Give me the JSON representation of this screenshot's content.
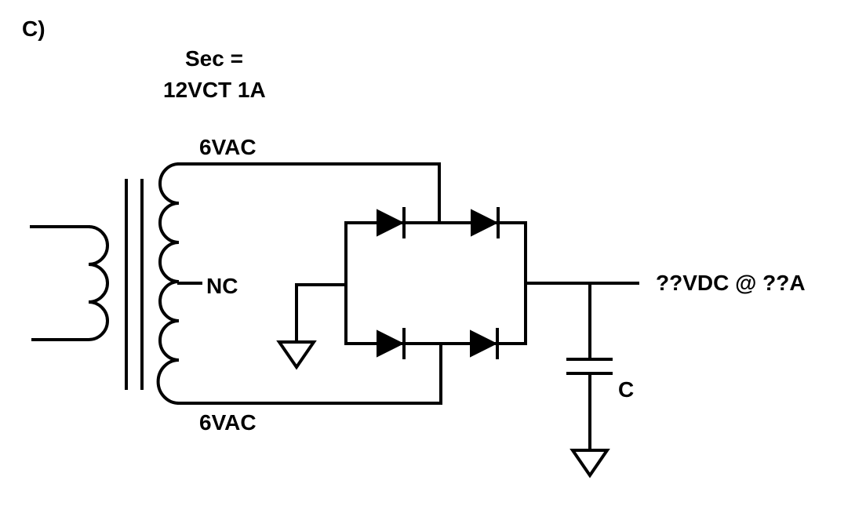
{
  "panel_label": "C)",
  "secondary_spec": {
    "line1": "Sec =",
    "line2": "12VCT 1A"
  },
  "winding_top_label": "6VAC",
  "winding_bottom_label": "6VAC",
  "center_tap_label": "NC",
  "output_label": "??VDC @ ??A",
  "capacitor_label": "C"
}
